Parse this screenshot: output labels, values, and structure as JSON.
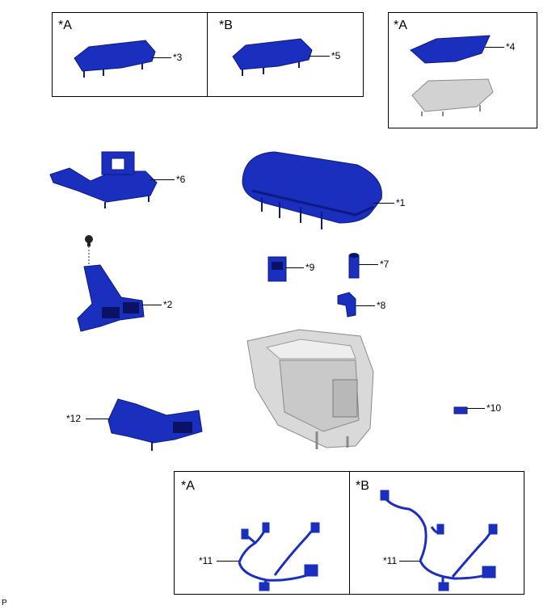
{
  "variants": {
    "a": "*A",
    "b": "*B"
  },
  "callouts": {
    "p1": "*1",
    "p2": "*2",
    "p3": "*3",
    "p4": "*4",
    "p5": "*5",
    "p6": "*6",
    "p7": "*7",
    "p8": "*8",
    "p9": "*9",
    "p10": "*10",
    "p11a": "*11",
    "p11b": "*11",
    "p12": "*12"
  },
  "footer_code": "P",
  "colors": {
    "part": "#1b2fbf",
    "part_dark": "#0d1a80",
    "gray": "#d2d2d2",
    "gray_dark": "#8a8a8a"
  }
}
